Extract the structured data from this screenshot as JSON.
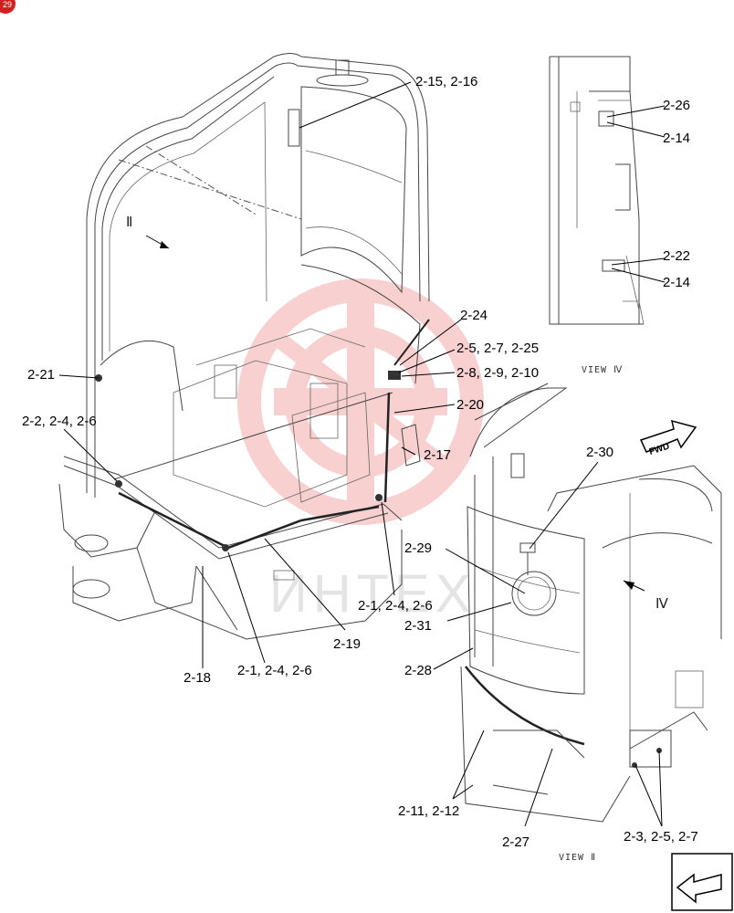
{
  "corner_badge": "29",
  "watermark": "ИНТЕХ",
  "fwd_label": "FWD",
  "view_labels": {
    "view_iv": "VIEW Ⅳ",
    "view_ii": "VIEW Ⅱ"
  },
  "roman_markers": {
    "ii": "Ⅱ",
    "iv": "Ⅳ"
  },
  "callouts": {
    "c_2_15": "2-15, 2-16",
    "c_2_26": "2-26",
    "c_2_14a": "2-14",
    "c_2_22": "2-22",
    "c_2_14b": "2-14",
    "c_2_24": "2-24",
    "c_2_5": "2-5, 2-7, 2-25",
    "c_2_8": "2-8, 2-9, 2-10",
    "c_2_21": "2-21",
    "c_2_20": "2-20",
    "c_2_2": "2-2, 2-4, 2-6",
    "c_2_17": "2-17",
    "c_2_30": "2-30",
    "c_2_29": "2-29",
    "c_2_1a": "2-1, 2-4, 2-6",
    "c_2_31": "2-31",
    "c_2_19": "2-19",
    "c_2_28": "2-28",
    "c_2_18": "2-18",
    "c_2_1b": "2-1, 2-4, 2-6",
    "c_2_11": "2-11, 2-12",
    "c_2_27": "2-27",
    "c_2_3": "2-3, 2-5, 2-7"
  }
}
